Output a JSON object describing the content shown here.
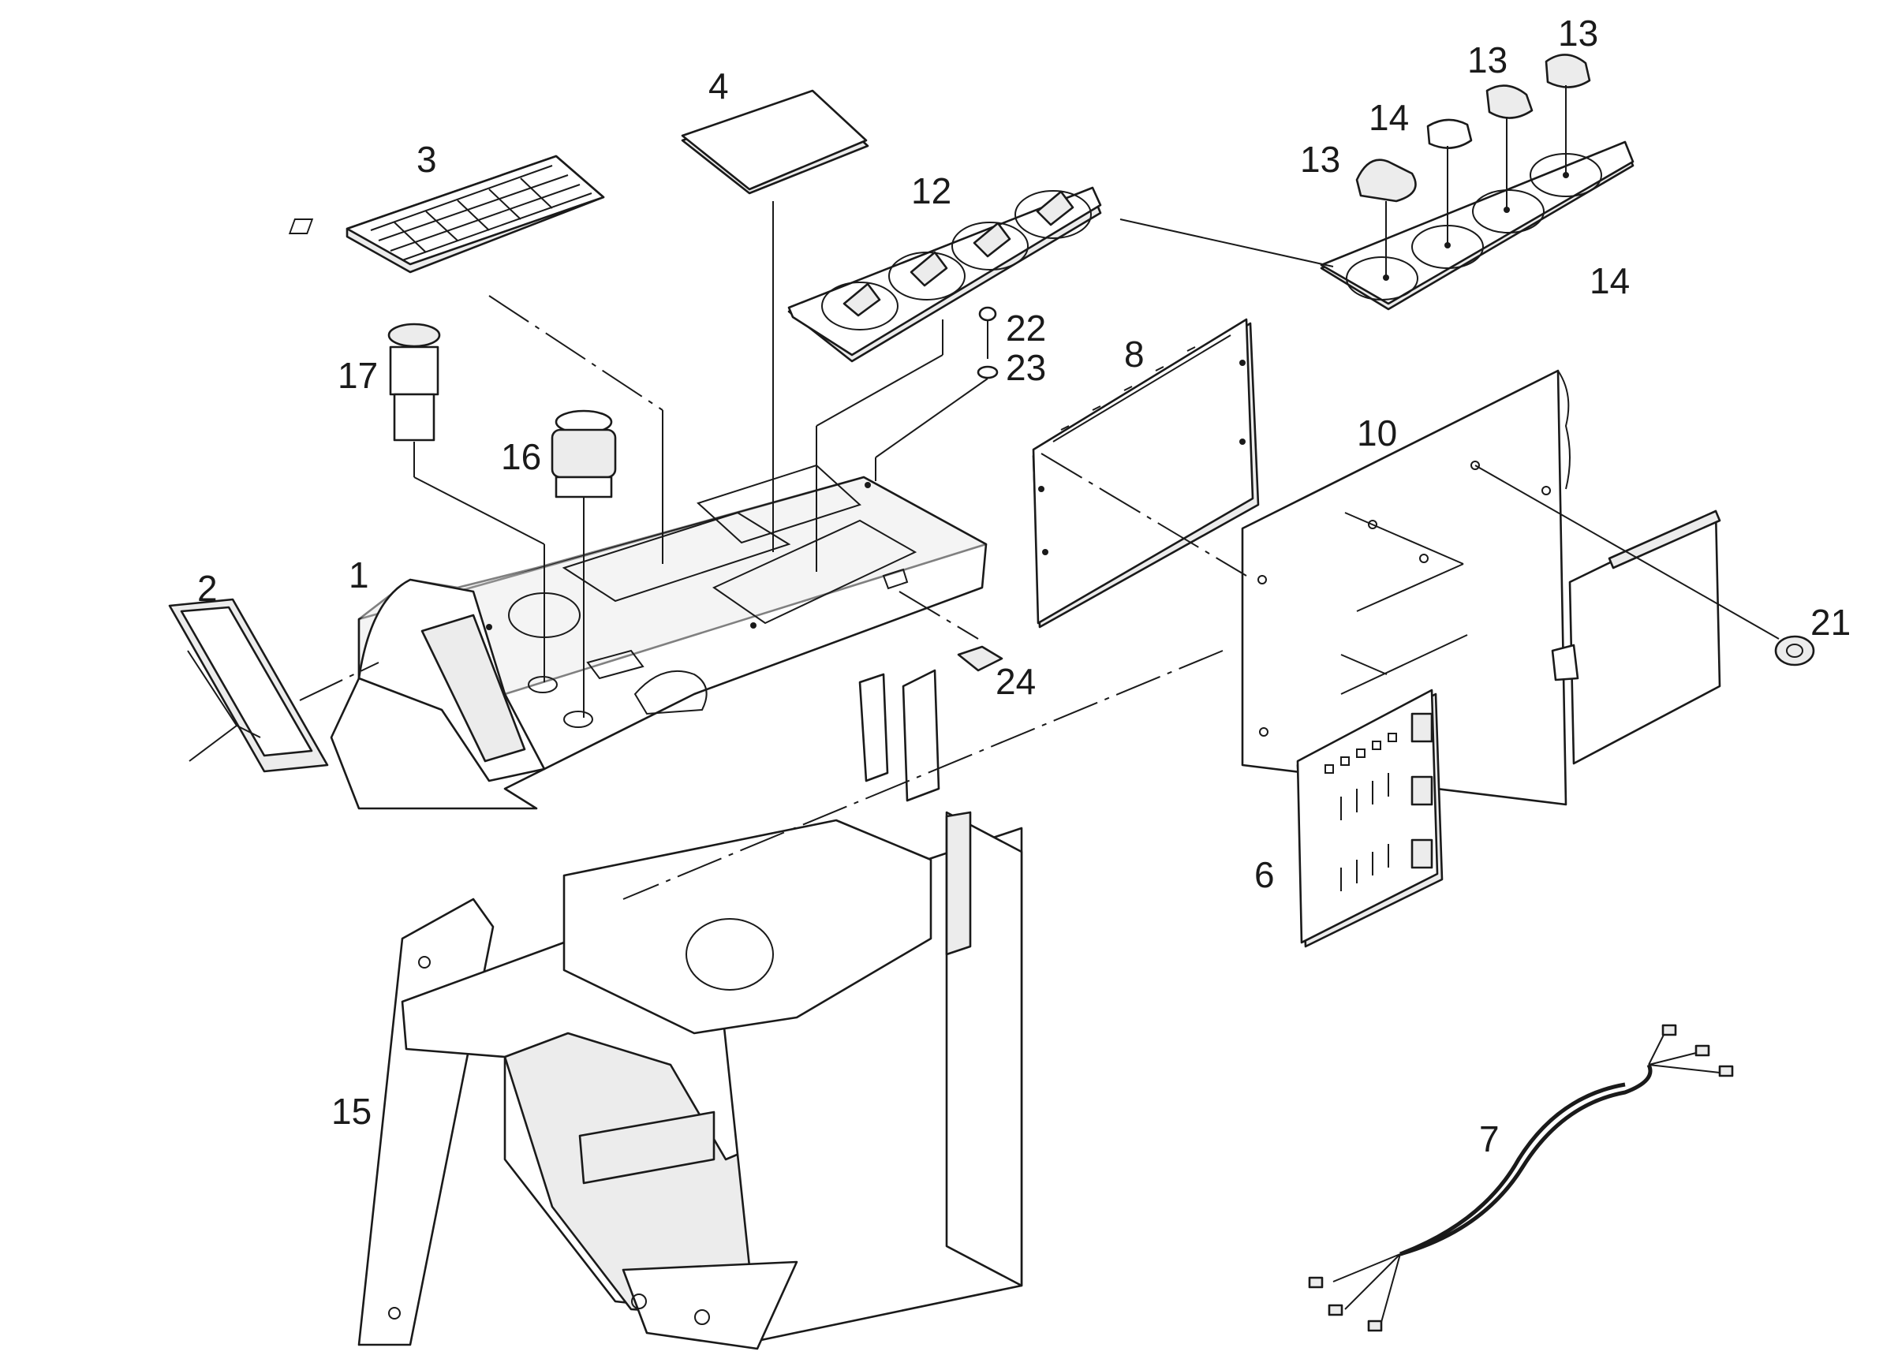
{
  "diagram": {
    "callouts": {
      "c1": "1",
      "c2": "2",
      "c3": "3",
      "c4": "4",
      "c6": "6",
      "c7": "7",
      "c8": "8",
      "c10": "10",
      "c12": "12",
      "c13a": "13",
      "c13b": "13",
      "c13c": "13",
      "c14a": "14",
      "c14b": "14",
      "c15": "15",
      "c16": "16",
      "c17": "17",
      "c21": "21",
      "c22": "22",
      "c23": "23",
      "c24": "24"
    }
  }
}
